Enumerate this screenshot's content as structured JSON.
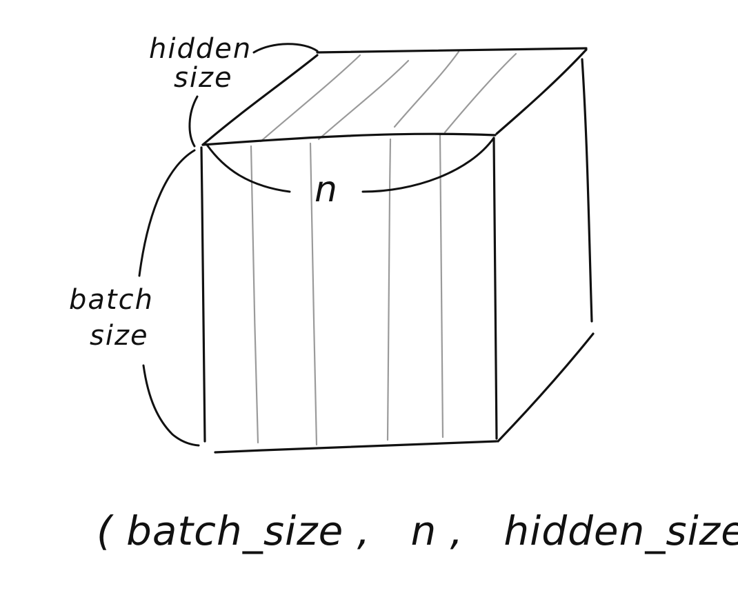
{
  "colors": {
    "ink": "#111111",
    "pencil": "#9a9a9a",
    "background": "#ffffff"
  },
  "labels": {
    "hidden_size_line1": "hidden",
    "hidden_size_line2": "size",
    "n": "n",
    "batch_size_line1": "batch",
    "batch_size_line2": "size",
    "shape": "( batch_size ,   n ,   hidden_size )"
  }
}
